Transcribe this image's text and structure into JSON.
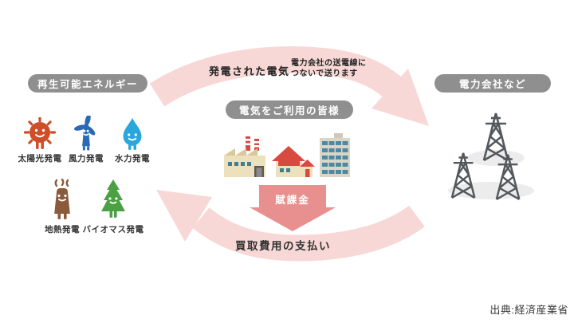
{
  "diagram": {
    "pills": {
      "renewable": "再生可能エネルギー",
      "utility": "電力会社など",
      "consumers": "電気をご利用の皆様"
    },
    "top_flow": {
      "label": "発電された電気",
      "note_line1": "電力会社の送電線に",
      "note_line2": "つないで送ります"
    },
    "surcharge_label": "賦課金",
    "bottom_flow_label": "買取費用の支払い",
    "energy_sources": [
      {
        "icon": "solar-icon",
        "label": "太陽光発電"
      },
      {
        "icon": "wind-icon",
        "label": "風力発電"
      },
      {
        "icon": "hydro-icon",
        "label": "水力発電"
      },
      {
        "icon": "geothermal-icon",
        "label": "地熱発電"
      },
      {
        "icon": "biomass-icon",
        "label": "バイオマス発電"
      }
    ],
    "source_credit": "出典:経済産業省",
    "colors": {
      "flow_band": "#f8d8d6",
      "surcharge_arrow": "#e8908f",
      "pill_bg": "#8f8f8f",
      "solar": "#cf4e2a",
      "wind": "#2a6ab2",
      "hydro": "#29a7dc",
      "geothermal": "#8a5a3b",
      "biomass": "#4ba043",
      "tower": "#54585d",
      "text": "#333333"
    }
  }
}
